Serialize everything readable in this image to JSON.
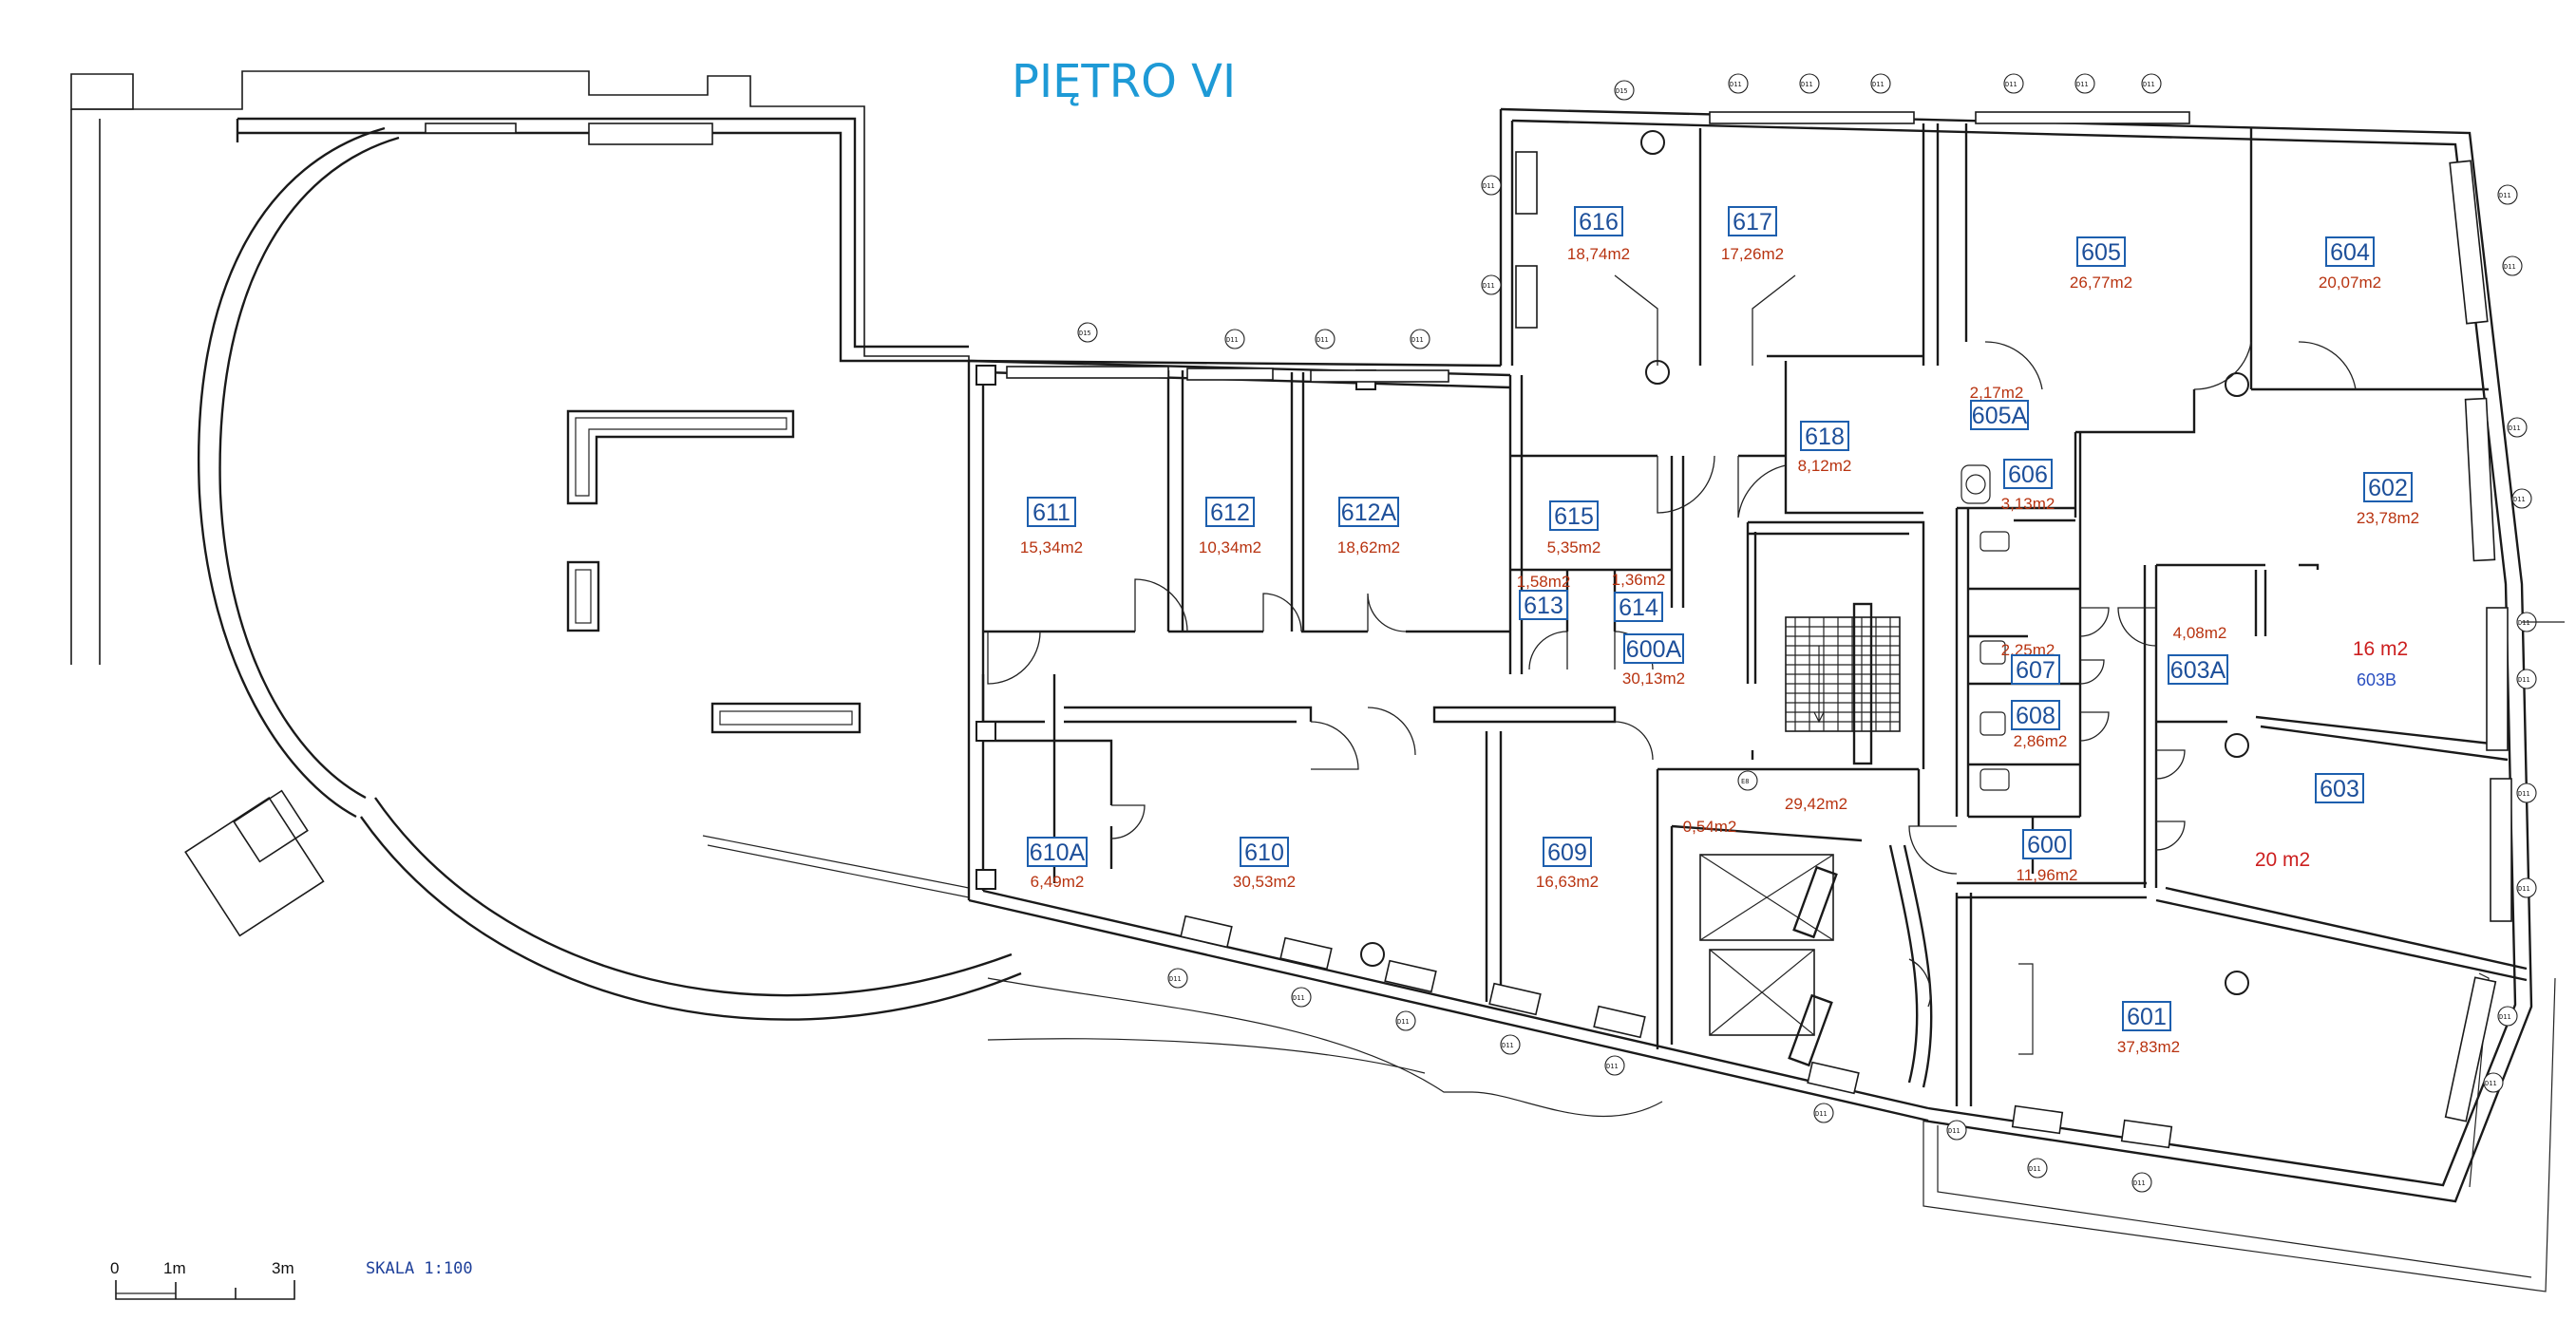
{
  "title": "PIĘTRO VI",
  "scale": {
    "label": "SKALA 1:100",
    "ticks": [
      "0",
      "1m",
      "3m"
    ]
  },
  "rooms": [
    {
      "id": "r616",
      "num": "616",
      "area": "18,74m2"
    },
    {
      "id": "r617",
      "num": "617",
      "area": "17,26m2"
    },
    {
      "id": "r605",
      "num": "605",
      "area": "26,77m2"
    },
    {
      "id": "r604",
      "num": "604",
      "area": "20,07m2"
    },
    {
      "id": "r605a",
      "num": "605A",
      "area": "2,17m2"
    },
    {
      "id": "r618",
      "num": "618",
      "area": "8,12m2"
    },
    {
      "id": "r606",
      "num": "606",
      "area": "3,13m2"
    },
    {
      "id": "r602",
      "num": "602",
      "area": "23,78m2"
    },
    {
      "id": "r611",
      "num": "611",
      "area": "15,34m2"
    },
    {
      "id": "r612",
      "num": "612",
      "area": "10,34m2"
    },
    {
      "id": "r612a",
      "num": "612A",
      "area": "18,62m2"
    },
    {
      "id": "r615",
      "num": "615",
      "area": "5,35m2"
    },
    {
      "id": "r613",
      "num": "613",
      "area": "1,58m2"
    },
    {
      "id": "r614",
      "num": "614",
      "area": "1,36m2"
    },
    {
      "id": "r600a",
      "num": "600A",
      "area": "30,13m2"
    },
    {
      "id": "r607",
      "num": "607",
      "area": "2,25m2"
    },
    {
      "id": "r608",
      "num": "608",
      "area": "2,86m2"
    },
    {
      "id": "r603a",
      "num": "603A",
      "area": "4,08m2"
    },
    {
      "id": "r603",
      "num": "603",
      "area": "20 m2"
    },
    {
      "id": "r610a",
      "num": "610A",
      "area": "6,49m2"
    },
    {
      "id": "r610",
      "num": "610",
      "area": "30,53m2"
    },
    {
      "id": "r609",
      "num": "609",
      "area": "16,63m2"
    },
    {
      "id": "r600",
      "num": "600",
      "area": "11,96m2"
    },
    {
      "id": "r601",
      "num": "601",
      "area": "37,83m2"
    }
  ],
  "room_603b": {
    "area": "16 m2",
    "num": "603B"
  },
  "extra_areas": {
    "stair_hall": "29,42m2",
    "shaft": "0,54m2"
  },
  "sensor_labels": {
    "main": "D11",
    "alt": "D15",
    "small": "E8"
  },
  "colors": {
    "title": "#1e9ad6",
    "room_number": "#1d4f9a",
    "area_text": "#b83310",
    "added_text": "#cc1f1f",
    "added_label": "#2a4fc0",
    "lines": "#1a1a1a"
  }
}
